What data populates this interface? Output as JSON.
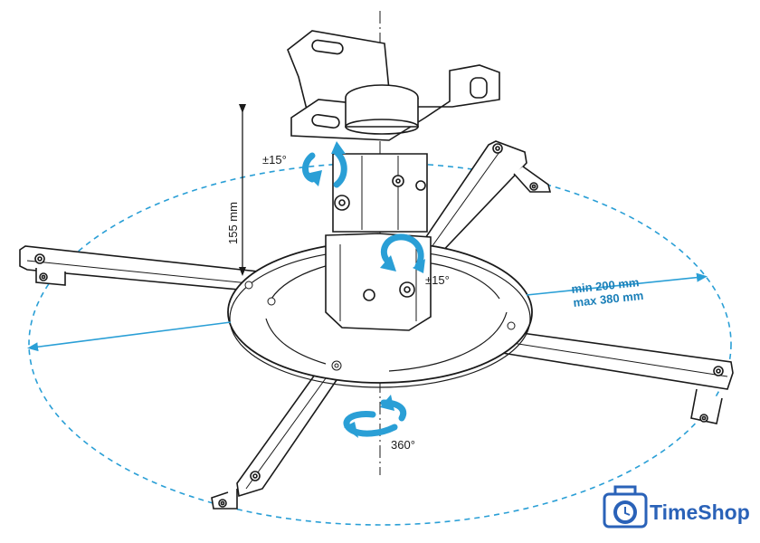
{
  "labels": {
    "height": "155 mm",
    "tilt_top": "±15°",
    "tilt_side": "±15°",
    "rotation": "360°",
    "span_min": "min 200 mm",
    "span_max": "max 380 mm"
  },
  "brand": {
    "name": "TimeShop",
    "icon": "clock-briefcase-icon"
  },
  "colors": {
    "accent": "#2a9fd6",
    "dim_text": "#1a7fb8",
    "brand": "#2a62b8",
    "line": "#1a1a1a"
  }
}
